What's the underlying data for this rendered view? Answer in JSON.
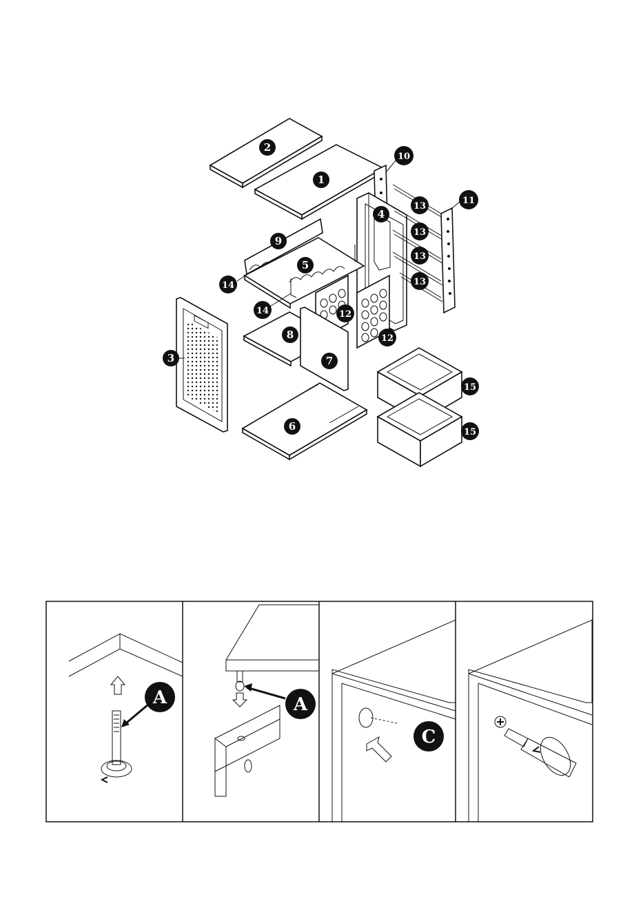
{
  "parts": [
    {
      "id": "part-1",
      "label": "1"
    },
    {
      "id": "part-2",
      "label": "2"
    },
    {
      "id": "part-3",
      "label": "3"
    },
    {
      "id": "part-4",
      "label": "4"
    },
    {
      "id": "part-5",
      "label": "5"
    },
    {
      "id": "part-6",
      "label": "6"
    },
    {
      "id": "part-7",
      "label": "7"
    },
    {
      "id": "part-8",
      "label": "8"
    },
    {
      "id": "part-9",
      "label": "9"
    },
    {
      "id": "part-10",
      "label": "10"
    },
    {
      "id": "part-11",
      "label": "11"
    },
    {
      "id": "part-12a",
      "label": "12"
    },
    {
      "id": "part-12b",
      "label": "12"
    },
    {
      "id": "part-13a",
      "label": "13"
    },
    {
      "id": "part-13b",
      "label": "13"
    },
    {
      "id": "part-13c",
      "label": "13"
    },
    {
      "id": "part-13d",
      "label": "13"
    },
    {
      "id": "part-14a",
      "label": "14"
    },
    {
      "id": "part-14b",
      "label": "14"
    },
    {
      "id": "part-15a",
      "label": "15"
    },
    {
      "id": "part-15b",
      "label": "15"
    }
  ],
  "steps": [
    {
      "id": "step-1",
      "badge": "A"
    },
    {
      "id": "step-2",
      "badge": "A"
    },
    {
      "id": "step-3",
      "badge": "C"
    },
    {
      "id": "step-4",
      "badge": ""
    }
  ]
}
